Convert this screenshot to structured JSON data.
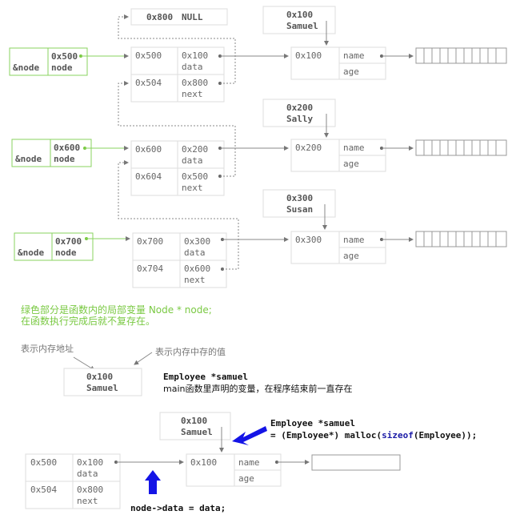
{
  "nodes": [
    {
      "var_addr": "0x500",
      "var_ref": "&node",
      "var_name": "node",
      "r1_addr": "0x500",
      "r1_val": "0x100",
      "r1_lbl": "data",
      "r2_addr": "0x504",
      "r2_val": "0x800",
      "r2_lbl": "next",
      "emp_addr": "0x100",
      "emp_name": "Samuel",
      "e_addr": "0x100",
      "e_f1": "name",
      "e_f2": "age"
    },
    {
      "var_addr": "0x600",
      "var_ref": "&node",
      "var_name": "node",
      "r1_addr": "0x600",
      "r1_val": "0x200",
      "r1_lbl": "data",
      "r2_addr": "0x604",
      "r2_val": "0x500",
      "r2_lbl": "next",
      "emp_addr": "0x200",
      "emp_name": "Sally",
      "e_addr": "0x200",
      "e_f1": "name",
      "e_f2": "age"
    },
    {
      "var_addr": "0x700",
      "var_ref": "&node",
      "var_name": "node",
      "r1_addr": "0x700",
      "r1_val": "0x300",
      "r1_lbl": "data",
      "r2_addr": "0x704",
      "r2_val": "0x600",
      "r2_lbl": "next",
      "emp_addr": "0x300",
      "emp_name": "Susan",
      "e_addr": "0x300",
      "e_f1": "name",
      "e_f2": "age"
    }
  ],
  "null_node": {
    "addr": "0x800",
    "val": "NULL"
  },
  "note": {
    "line1": "绿色部分是函数内的局部变量 Node * node;",
    "line2": "在函数执行完成后就不复存在。"
  },
  "legend": {
    "addr_label": "表示内存地址",
    "value_label": "表示内存中存的值",
    "box_addr": "0x100",
    "box_val": "Samuel",
    "code_line1": "Employee *samuel",
    "code_line2": "main函数里声明的变量，在程序结束前一直存在"
  },
  "bottom": {
    "emp_addr": "0x100",
    "emp_name": "Samuel",
    "r1_addr": "0x500",
    "r1_val": "0x100",
    "r1_lbl": "data",
    "r2_addr": "0x504",
    "r2_val": "0x800",
    "r2_lbl": "next",
    "e_addr": "0x100",
    "e_f1": "name",
    "e_f2": "age",
    "code1": "Employee *samuel",
    "code2_pre": "= (Employee*) malloc(",
    "code2_kw": "sizeof",
    "code2_post": "(Employee));",
    "assign": "node->data = data;"
  },
  "colors": {
    "green": "#7ac943",
    "blue_arrow": "#1414e6",
    "border": "#dddddd"
  }
}
